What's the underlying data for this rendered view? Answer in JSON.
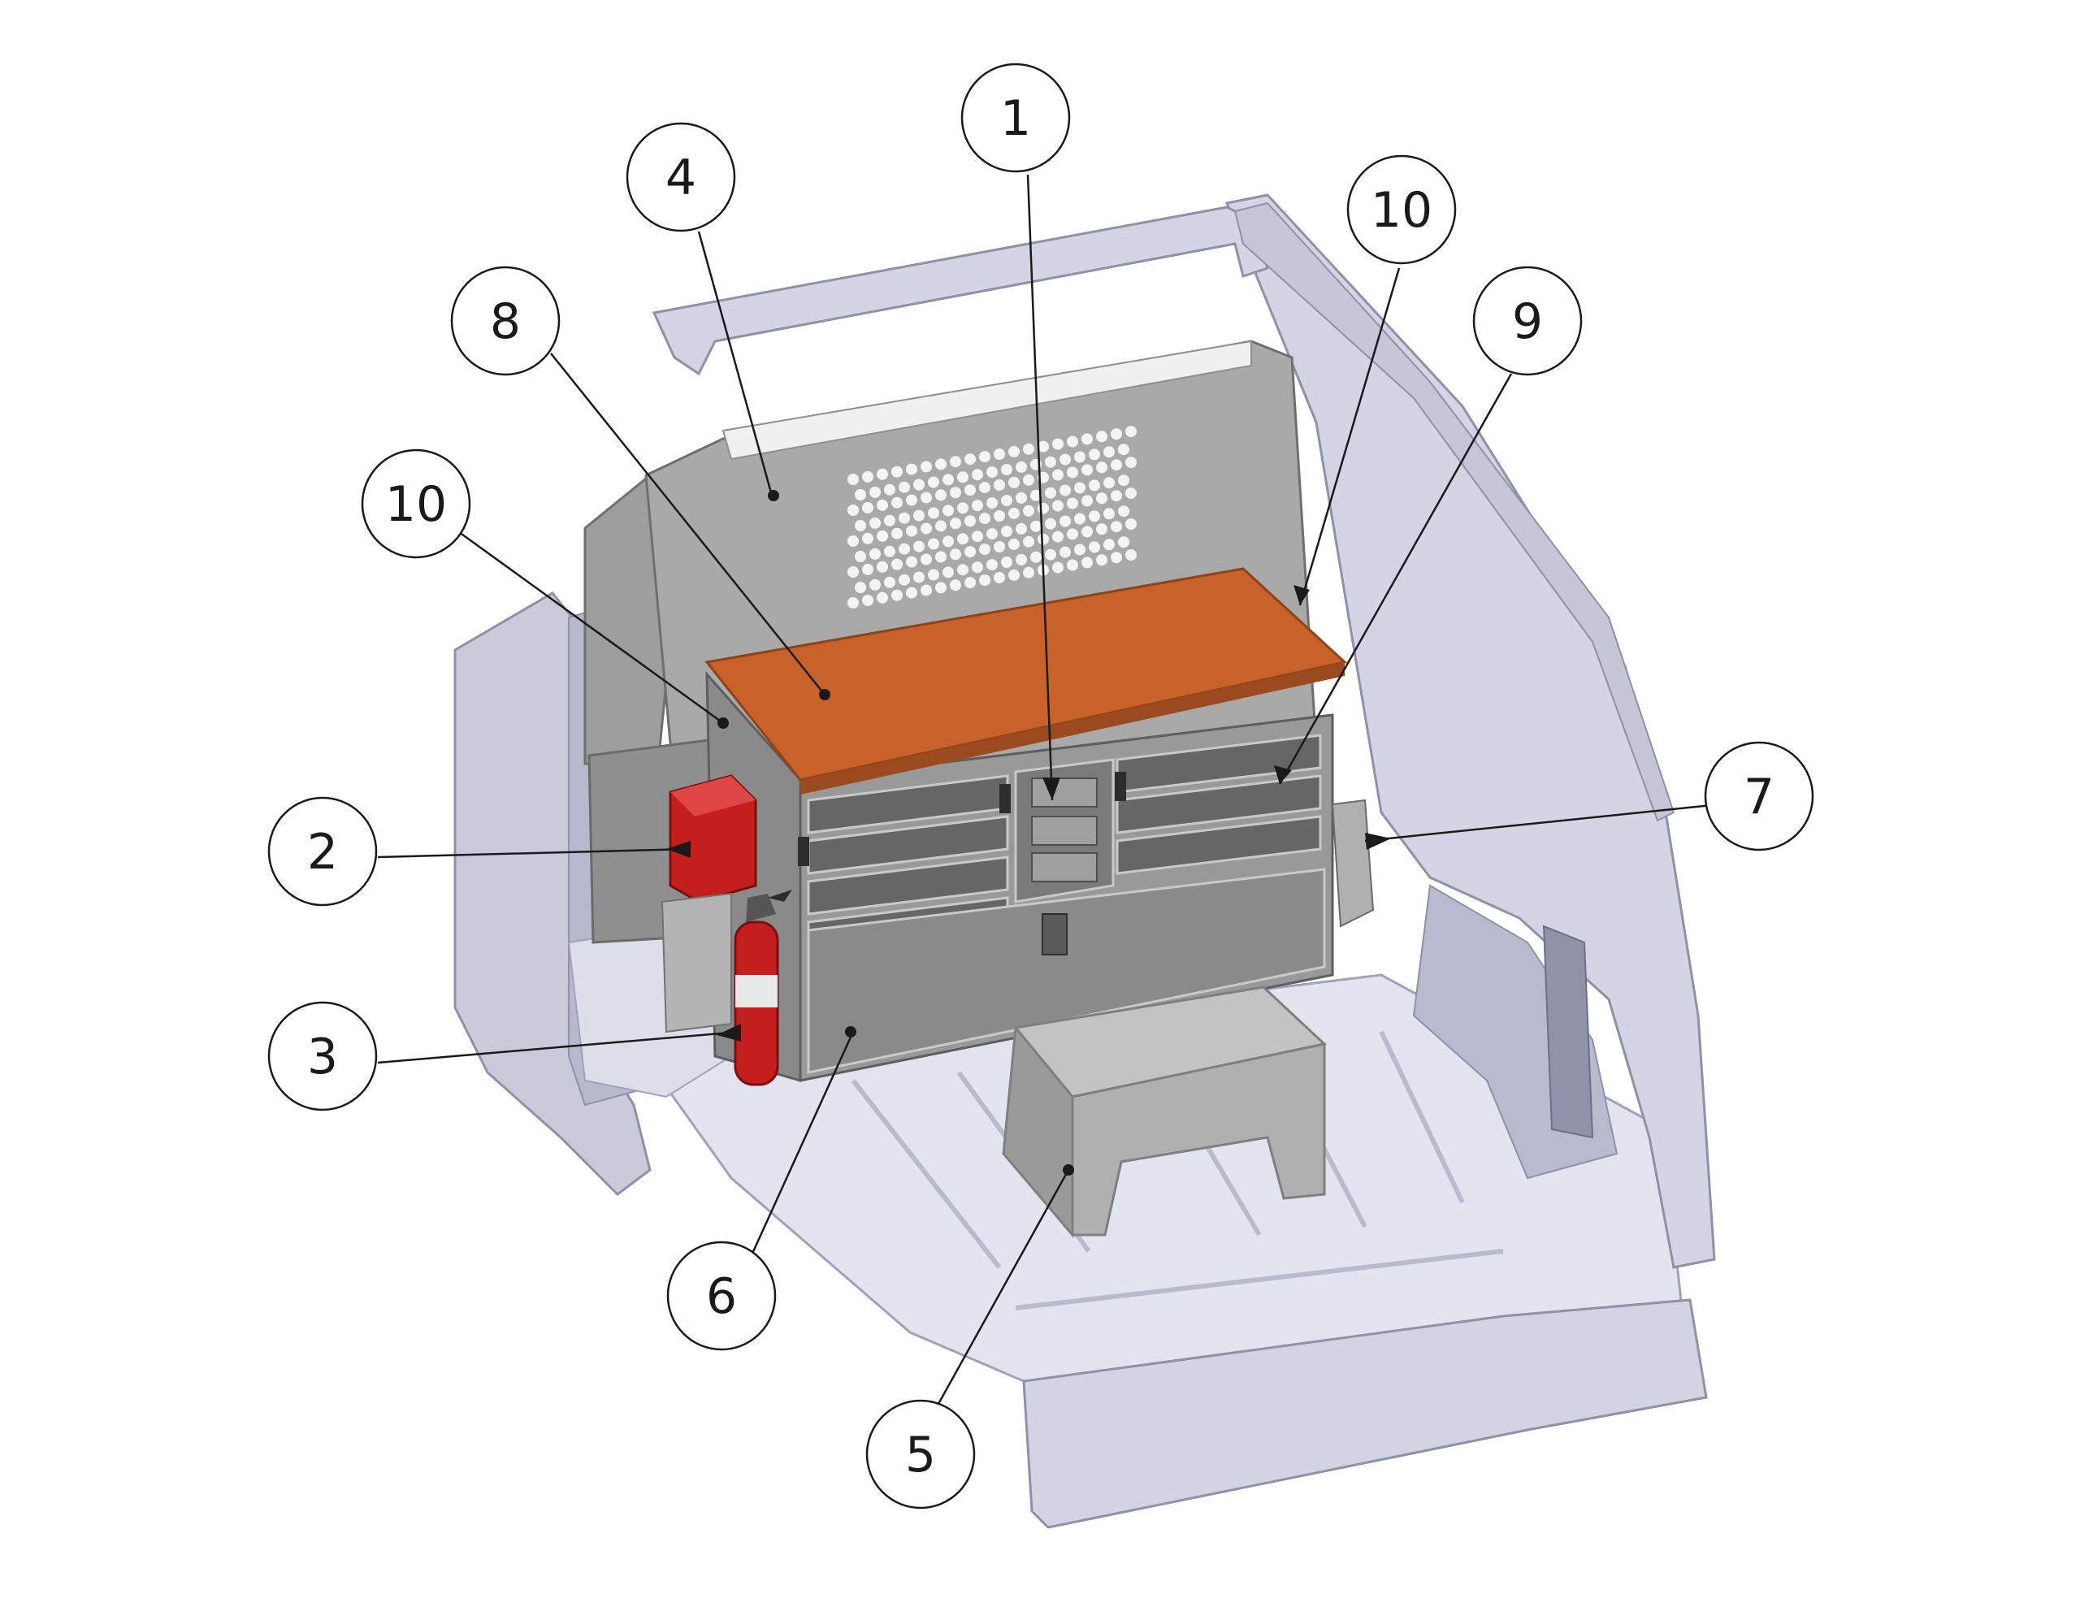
{
  "diagram": {
    "callouts": [
      {
        "id": "c1",
        "label": "1"
      },
      {
        "id": "c2",
        "label": "2"
      },
      {
        "id": "c3",
        "label": "3"
      },
      {
        "id": "c4",
        "label": "4"
      },
      {
        "id": "c5",
        "label": "5"
      },
      {
        "id": "c6",
        "label": "6"
      },
      {
        "id": "c7",
        "label": "7"
      },
      {
        "id": "c8",
        "label": "8"
      },
      {
        "id": "c9",
        "label": "9"
      },
      {
        "id": "c10a",
        "label": "10"
      },
      {
        "id": "c10b",
        "label": "10"
      }
    ],
    "colors": {
      "van_body": "#d9dbe8",
      "van_shadow": "#a9abbd",
      "partition": "#a6a6a6",
      "cabinet": "#8c8c8c",
      "drawer": "#6f6f6f",
      "worktop": "#c8622a",
      "red_box": "#c41f1f",
      "extinguisher": "#c41f1f",
      "step": "#b5b5b5",
      "line": "#1a1a1a"
    }
  }
}
